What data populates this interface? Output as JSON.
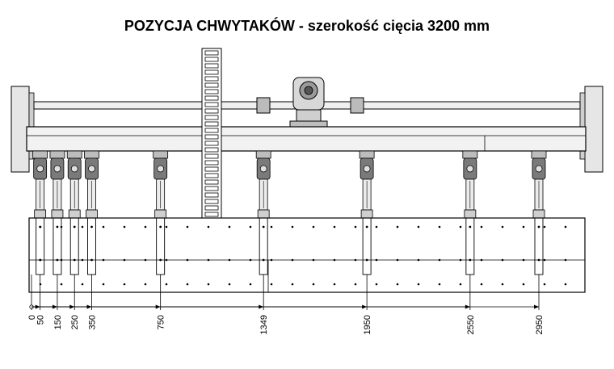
{
  "title": "POZYCJA CHWYTAKÓW - szerokość cięcia 3200 mm",
  "dimension_unit": "mm",
  "grippers": [
    {
      "position": 50
    },
    {
      "position": 150
    },
    {
      "position": 250
    },
    {
      "position": 350
    },
    {
      "position": 750
    },
    {
      "position": 1349
    },
    {
      "position": 1950
    },
    {
      "position": 2550
    },
    {
      "position": 2950
    }
  ],
  "dimensions": [
    {
      "label": "0",
      "value": 0
    },
    {
      "label": "50",
      "value": 50
    },
    {
      "label": "150",
      "value": 150
    },
    {
      "label": "250",
      "value": 250
    },
    {
      "label": "350",
      "value": 350
    },
    {
      "label": "750",
      "value": 750
    },
    {
      "label": "1349",
      "value": 1349
    },
    {
      "label": "1950",
      "value": 1950
    },
    {
      "label": "2550",
      "value": 2550
    },
    {
      "label": "2950",
      "value": 2950
    }
  ],
  "colors": {
    "line": "#000000",
    "frame_fill": "#f2f2f2",
    "metal_dark": "#555555",
    "metal_light": "#bfbfbf"
  }
}
